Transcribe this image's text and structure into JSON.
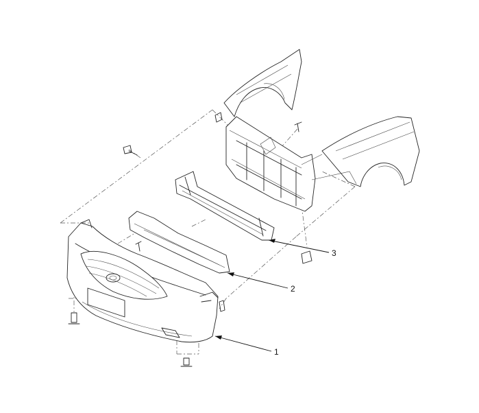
{
  "callouts": [
    {
      "id": "1",
      "label": "1"
    },
    {
      "id": "2",
      "label": "2"
    },
    {
      "id": "3",
      "label": "3"
    }
  ],
  "colors": {
    "line": "#222222",
    "background": "#ffffff"
  }
}
